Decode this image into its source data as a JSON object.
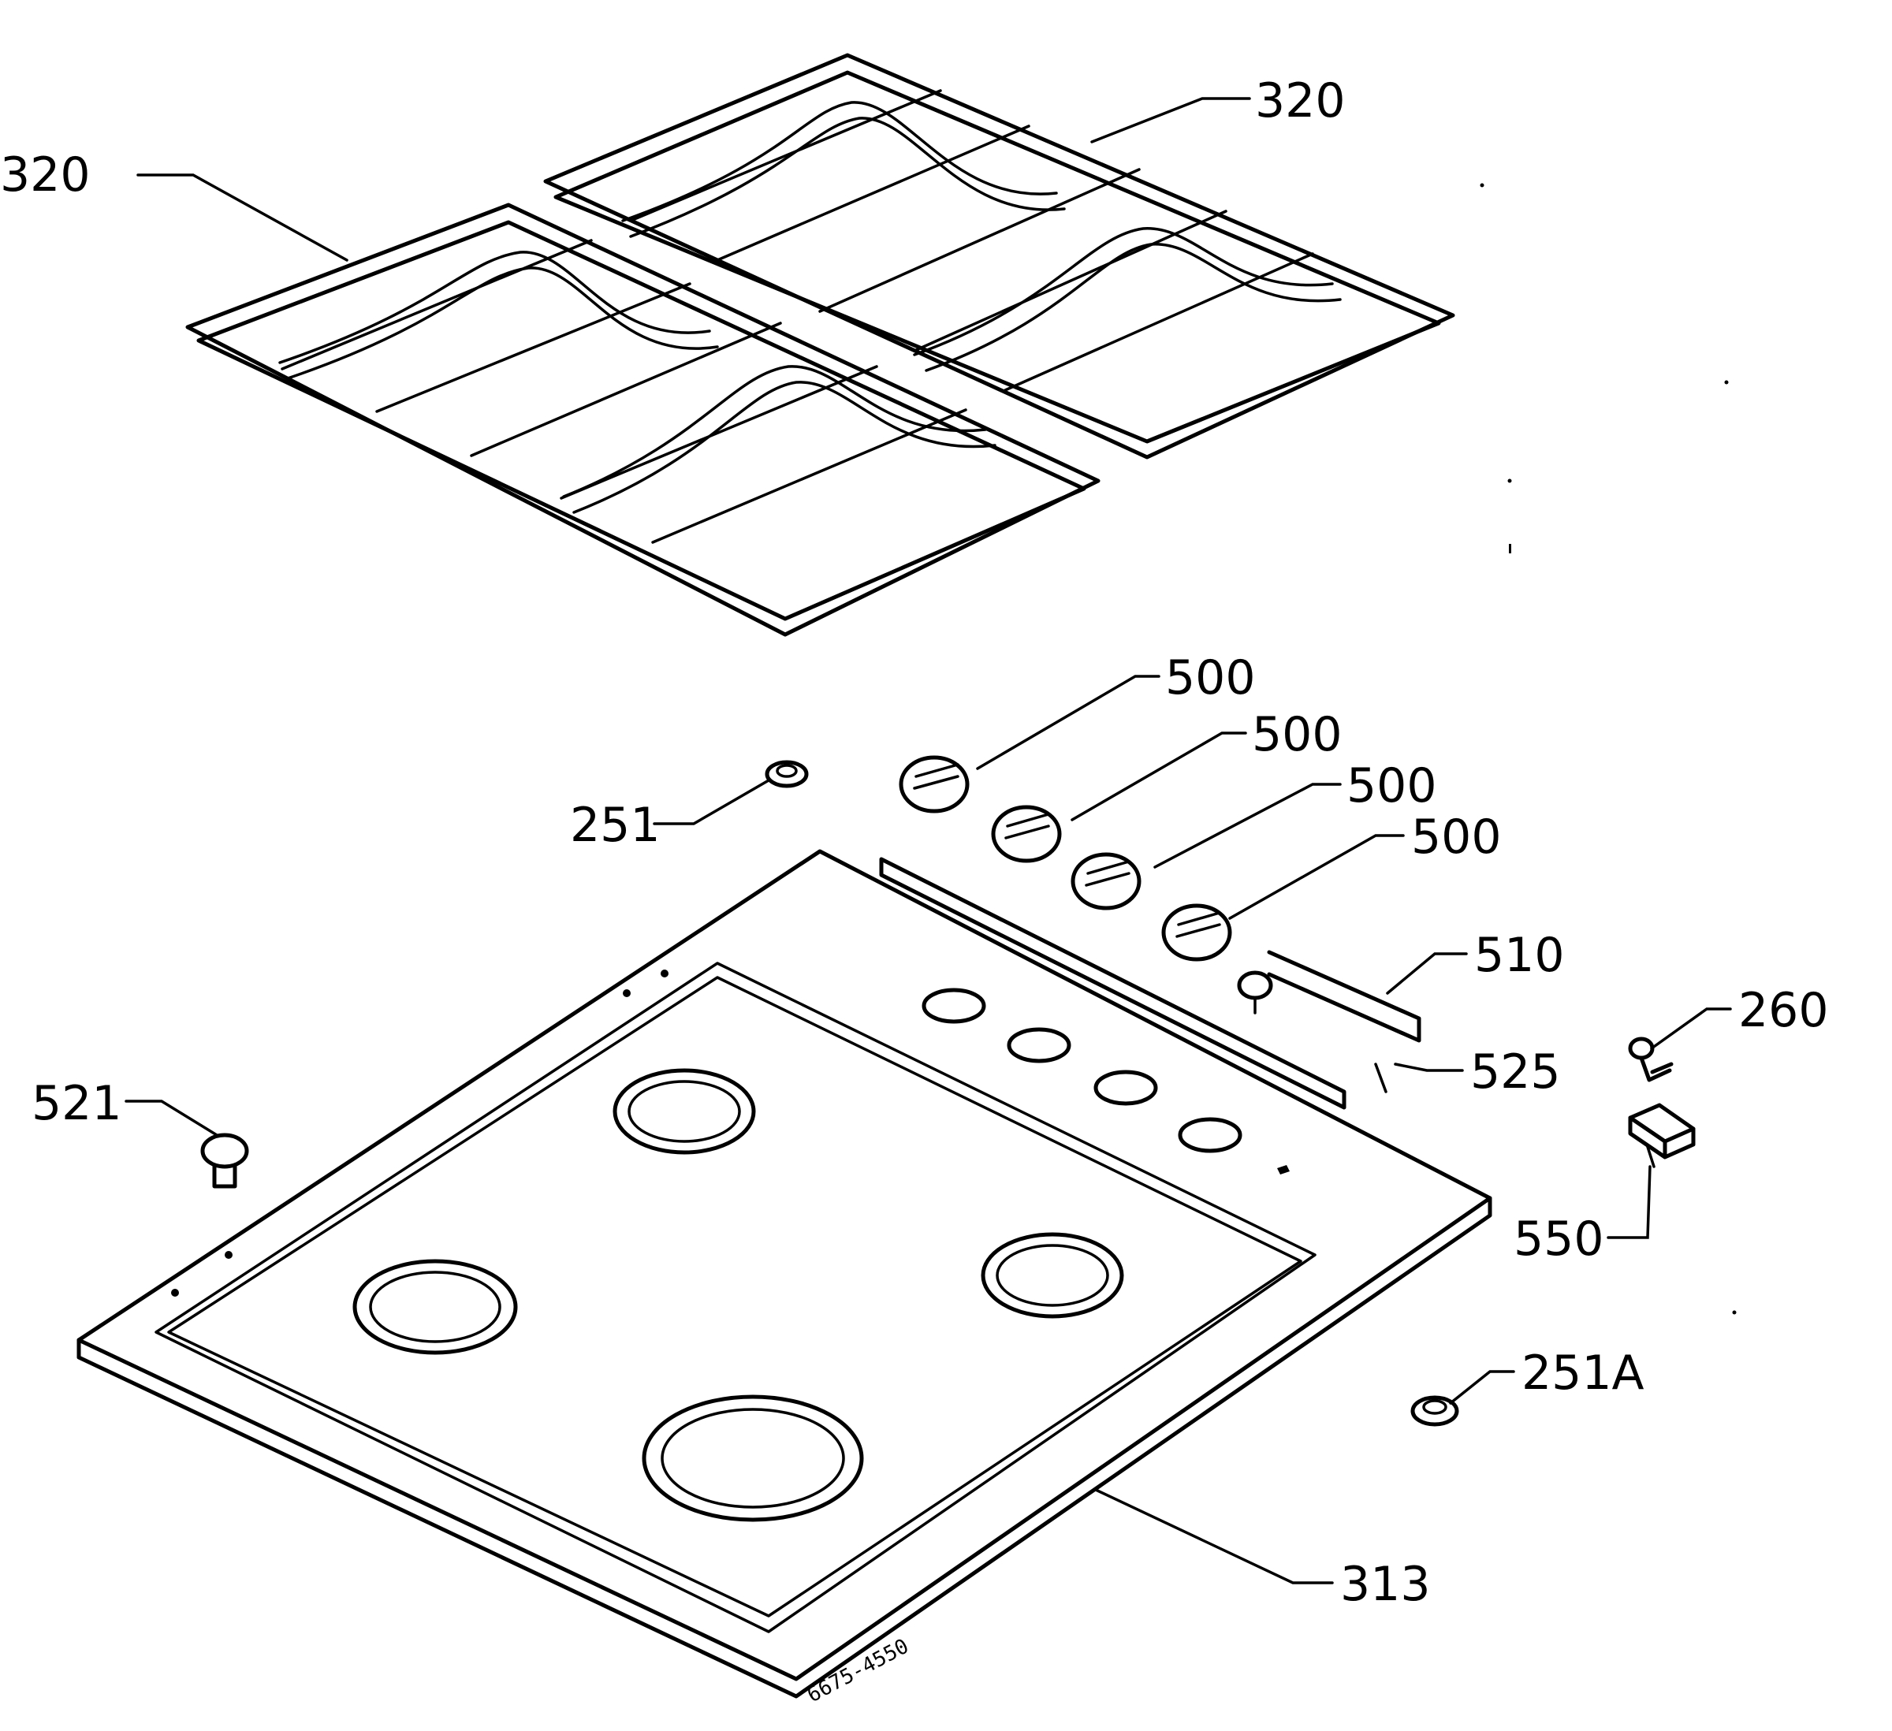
{
  "labels": {
    "grate_left": "320",
    "grate_right": "320",
    "knob_1": "500",
    "knob_2": "500",
    "knob_3": "500",
    "knob_4": "500",
    "plug_251": "251",
    "panel_510": "510",
    "screw_525": "525",
    "igniter_260": "260",
    "switch_550": "550",
    "plug_251a": "251A",
    "foot_521": "521",
    "hob_313": "313"
  },
  "drawing_code": "6675-4550"
}
